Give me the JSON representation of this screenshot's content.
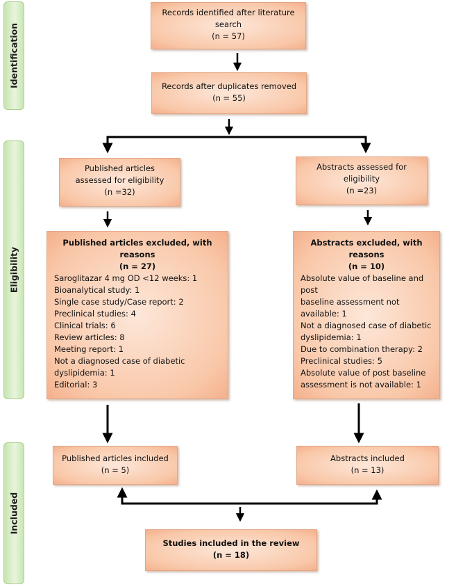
{
  "phases": {
    "identification": "Identification",
    "eligibility": "Eligibility",
    "included": "Included"
  },
  "boxes": {
    "records_identified": {
      "line1": "Records identified after literature",
      "line2": "search",
      "line3": "(n = 57)"
    },
    "duplicates_removed": {
      "line1": "Records after duplicates removed",
      "line2": "(n = 55)"
    },
    "published_assessed": {
      "line1": "Published articles",
      "line2": "assessed for eligibility",
      "line3": "(n =32)"
    },
    "abstracts_assessed": {
      "line1": "Abstracts assessed for",
      "line2": "eligibility",
      "line3": "(n =23)"
    },
    "published_excluded": {
      "title1": "Published articles excluded, with",
      "title2": "reasons",
      "count": "(n = 27)",
      "reasons": [
        "Saroglitazar 4 mg OD <12 weeks: 1",
        "Bioanalytical study: 1",
        "Single case study/Case report: 2",
        "Preclinical studies: 4",
        "Clinical trials: 6",
        "Review articles: 8",
        "Meeting report: 1",
        "Not a diagnosed case of diabetic",
        "dyslipidemia: 1",
        "Editorial: 3"
      ]
    },
    "abstracts_excluded": {
      "title1": "Abstracts excluded, with reasons",
      "count": "(n = 10)",
      "reasons": [
        "Absolute value of baseline and post",
        "baseline assessment not available: 1",
        "Not a diagnosed case of diabetic",
        "dyslipidemia: 1",
        "Due to combination therapy: 2",
        "Preclinical studies: 5",
        "Absolute value of post baseline",
        "assessment is not available: 1"
      ]
    },
    "published_included": {
      "line1": "Published articles included",
      "line2": "(n = 5)"
    },
    "abstracts_included": {
      "line1": "Abstracts included",
      "line2": "(n = 13)"
    },
    "studies_included": {
      "line1": "Studies included in the review",
      "line2": "(n = 18)"
    }
  }
}
